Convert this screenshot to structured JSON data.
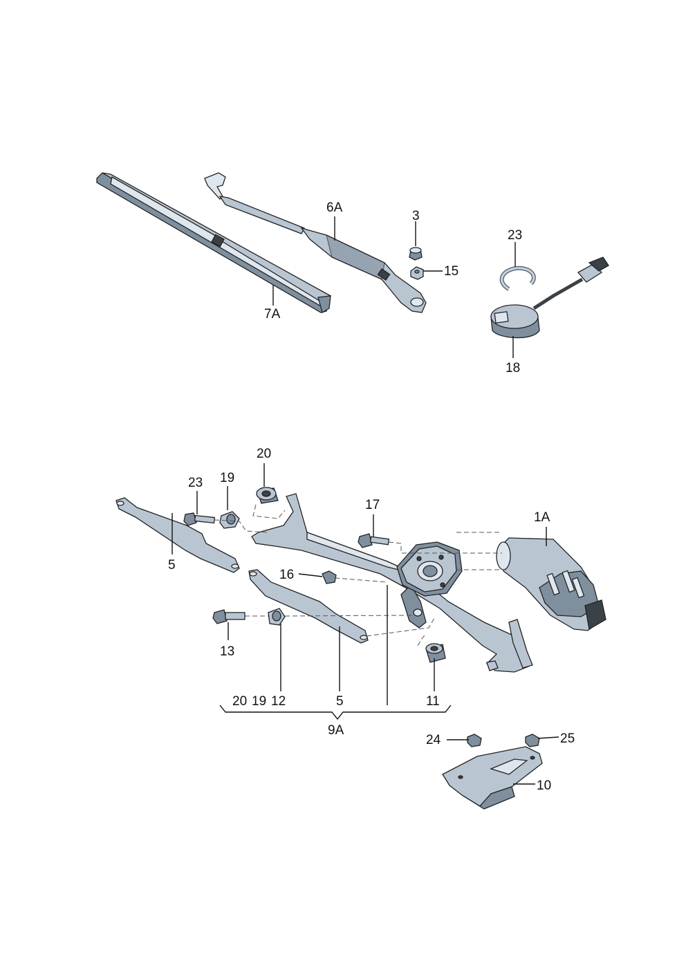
{
  "labels": {
    "wiper_blade": "7A",
    "wiper_arm": "6A",
    "cap": "3",
    "arm_nut": "15",
    "sensor_clip": "23",
    "rain_sensor": "18",
    "cap_grommet_top": "20",
    "bushing_19": "19",
    "bolt_23": "23",
    "link_rod_left": "5",
    "bolt_17": "17",
    "wiper_motor": "1A",
    "nut_16": "16",
    "bolt_13": "13",
    "link_rod_mid": "5",
    "bushing_11": "11",
    "bracket_nut_24": "24",
    "bracket_nut_25": "25",
    "bracket": "10",
    "kit_item_20": "20",
    "kit_item_19": "19",
    "kit_item_12": "12",
    "kit_item_5": "5",
    "kit_item_11": "11",
    "wiper_linkage_assembly": "9A"
  }
}
